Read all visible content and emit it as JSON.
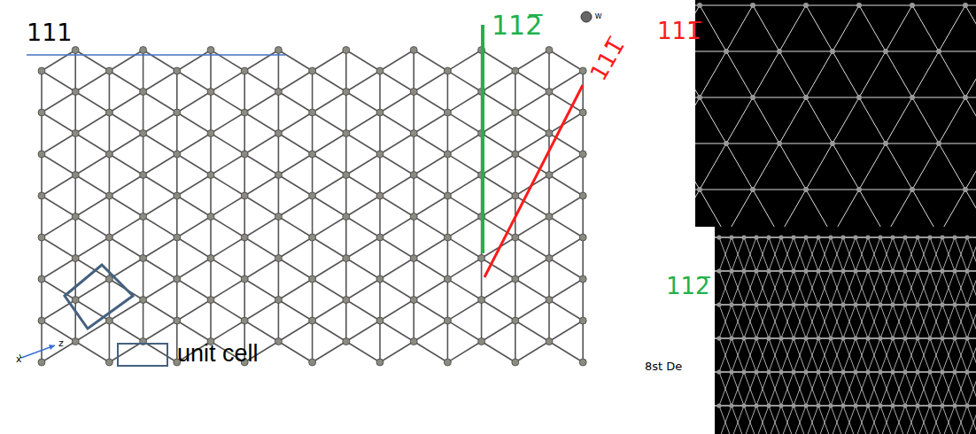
{
  "diagram": {
    "labels": [
      "111",
      "112̅",
      "111̅",
      "111̅",
      "112̅",
      "x",
      "z",
      "8st De"
    ],
    "legend": [
      {
        "text": "w"
      },
      {
        "text": "unit cell"
      }
    ]
  }
}
